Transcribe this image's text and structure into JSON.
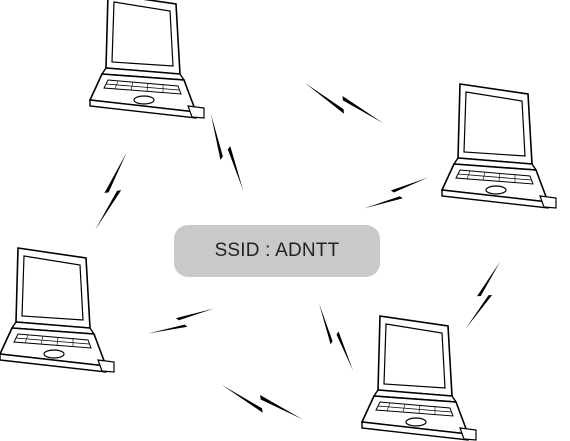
{
  "network": {
    "ssid_text": "SSID : ADNTT",
    "node_count": 4,
    "link_count": 8
  },
  "icons": {
    "node": "laptop-icon",
    "link": "wireless-signal-icon"
  },
  "colors": {
    "line": "#000000",
    "ssid_background": "#c9c9c9",
    "background": "#ffffff"
  }
}
